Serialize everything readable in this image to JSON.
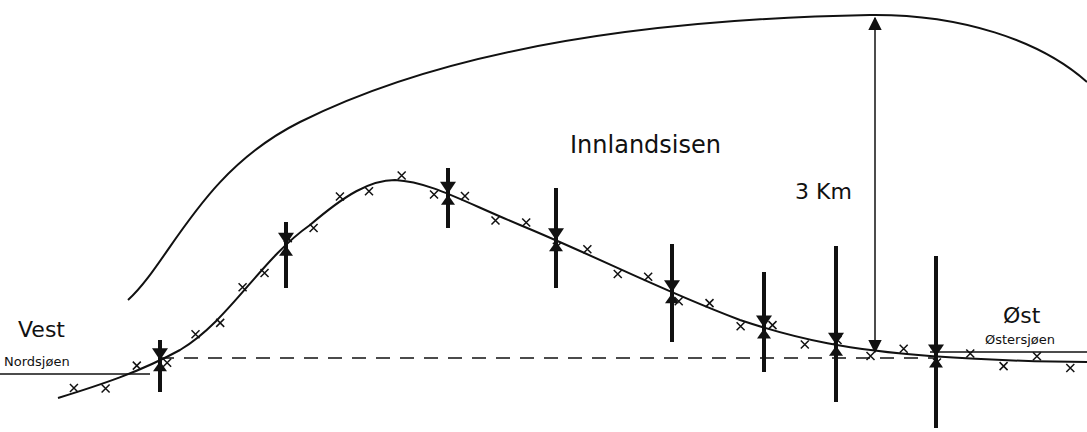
{
  "diagram": {
    "labels": [
      "Innlandsisen",
      "3 Km",
      "Vest",
      "Nordsjøen",
      "Øst",
      "Østersjøen"
    ]
  }
}
